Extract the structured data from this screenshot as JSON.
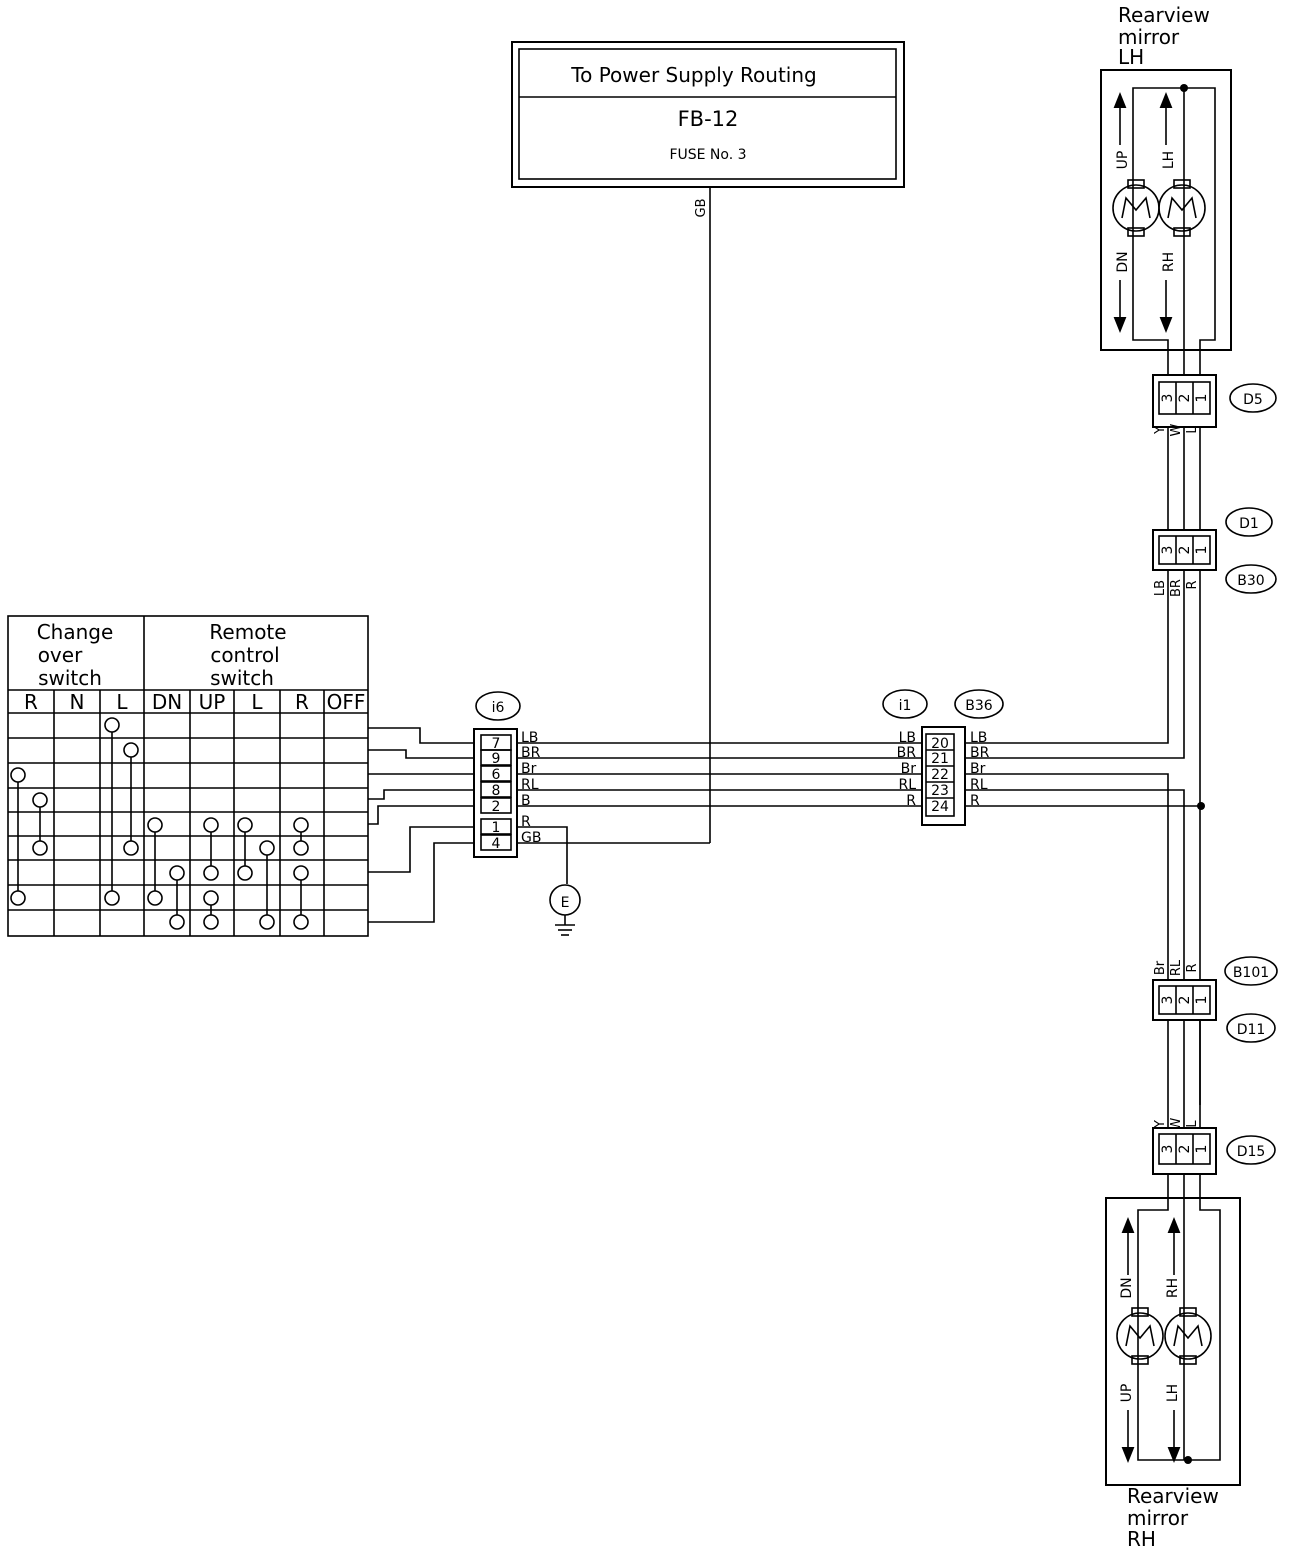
{
  "power": {
    "title": "To Power Supply Routing",
    "ref": "FB-12",
    "fuse": "FUSE No. 3",
    "wire": "GB"
  },
  "mirror_lh": {
    "label": [
      "Rearview",
      "mirror",
      "LH"
    ],
    "dirs": [
      "UP",
      "LH",
      "DN",
      "RH"
    ]
  },
  "mirror_rh": {
    "label": [
      "Rearview",
      "mirror",
      "RH"
    ],
    "dirs": [
      "DN",
      "RH",
      "UP",
      "LH"
    ]
  },
  "connectors": {
    "d5": "D5",
    "d1": "D1",
    "b30": "B30",
    "b101": "B101",
    "d11": "D11",
    "d15": "D15",
    "i6": "i6",
    "i1": "i1",
    "b36": "B36"
  },
  "pins_top": [
    "3",
    "2",
    "1"
  ],
  "wires_lh": [
    "Y",
    "W",
    "L"
  ],
  "wires_b30": [
    "LB",
    "BR",
    "R"
  ],
  "wires_b101": [
    "Br",
    "RL",
    "R"
  ],
  "wires_rh": [
    "Y",
    "W",
    "L"
  ],
  "i6_pins": [
    "7",
    "9",
    "6",
    "8",
    "2",
    "1",
    "4"
  ],
  "i6_wires": [
    "LB",
    "BR",
    "Br",
    "RL",
    "B",
    "R",
    "GB"
  ],
  "i1_pins": [
    "20",
    "21",
    "22",
    "23",
    "24"
  ],
  "i1_wires_left": [
    "LB",
    "BR",
    "Br",
    "RL",
    "R"
  ],
  "i1_wires_right": [
    "LB",
    "BR",
    "Br",
    "RL",
    "R"
  ],
  "ground": "E",
  "switch_table": {
    "group1": [
      "Change",
      "over",
      "switch"
    ],
    "group2": [
      "Remote",
      "control",
      "switch"
    ],
    "columns": [
      "R",
      "N",
      "L",
      "DN",
      "UP",
      "L",
      "R",
      "OFF"
    ]
  }
}
